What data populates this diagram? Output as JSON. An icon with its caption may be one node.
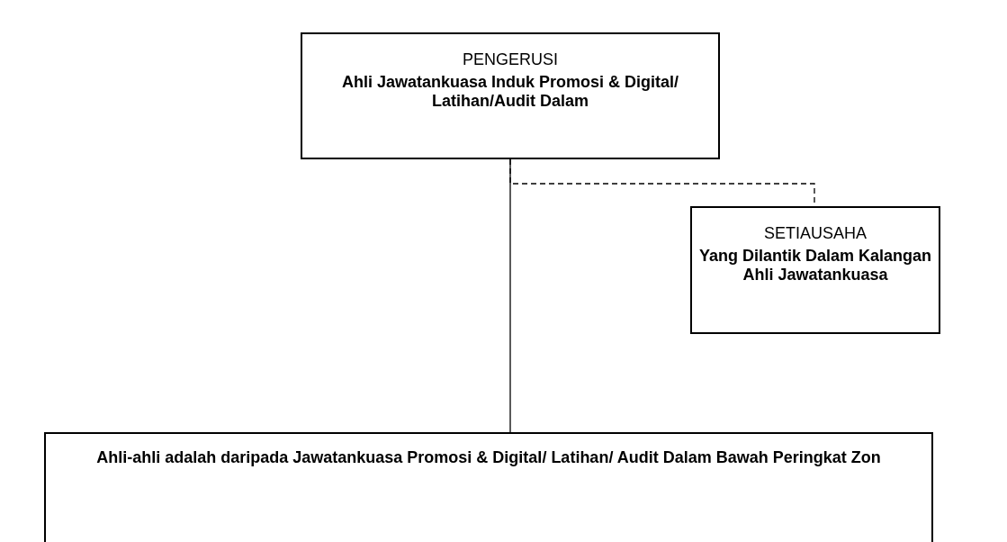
{
  "diagram": {
    "nodes": [
      {
        "text": [
          "PENGERUSI",
          "Ahli Jawatankuasa Induk Promosi & Digital/ Latihan/Audit Dalam"
        ]
      },
      {
        "text": [
          "SETIAUSAHA",
          "Yang Dilantik Dalam Kalangan Ahli Jawatankuasa"
        ]
      },
      {
        "text": [
          "Ahli-ahli adalah daripada Jawatankuasa Promosi & Digital/ Latihan/ Audit Dalam Bawah Peringkat Zon"
        ]
      }
    ],
    "edges": [
      {
        "from": 0,
        "to": 2,
        "arrow": "none"
      },
      {
        "from": 0,
        "to": 1,
        "arrow": "none",
        "style": "dashed"
      }
    ]
  }
}
